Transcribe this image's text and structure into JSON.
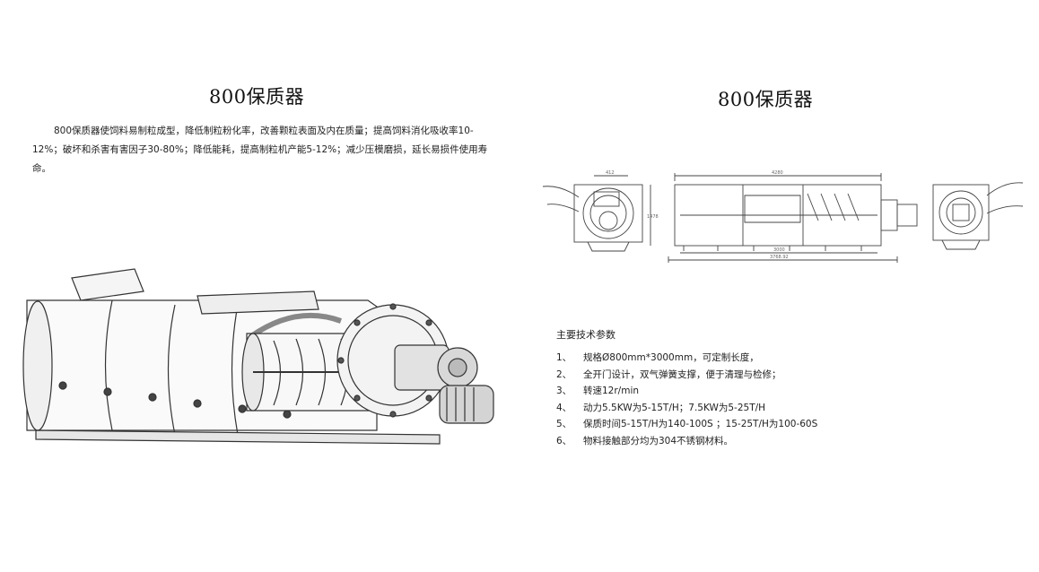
{
  "left": {
    "title": "800保质器",
    "description": "800保质器使饲料易制粒成型，降低制粒粉化率，改善颗粒表面及内在质量；提高饲料消化吸收率10-12%；破坏和杀害有害因子30-80%；降低能耗，提高制粒机产能5-12%；减少压模磨损，延长易损件使用寿命。"
  },
  "right": {
    "title": "800保质器",
    "drawing_labels": {
      "dim_top_left": "412",
      "dim_top_main": "4280",
      "dim_height": "1478",
      "dim_bottom_inner": "3000",
      "dim_bottom_total": "3768.92"
    },
    "specs_title": "主要技术参数",
    "specs": [
      {
        "num": "1、",
        "text": "规格Ø800mm*3000mm，可定制长度，"
      },
      {
        "num": "2、",
        "text": "全开门设计，双气弹簧支撑，便于清理与检修；"
      },
      {
        "num": "3、",
        "text": "转速12r/min"
      },
      {
        "num": "4、",
        "text": "动力5.5KW为5-15T/H；7.5KW为5-25T/H"
      },
      {
        "num": "5、",
        "text": "保质时间5-15T/H为140-100S ；15-25T/H为100-60S"
      },
      {
        "num": "6、",
        "text": "物料接触部分均为304不锈钢材料。"
      }
    ]
  }
}
